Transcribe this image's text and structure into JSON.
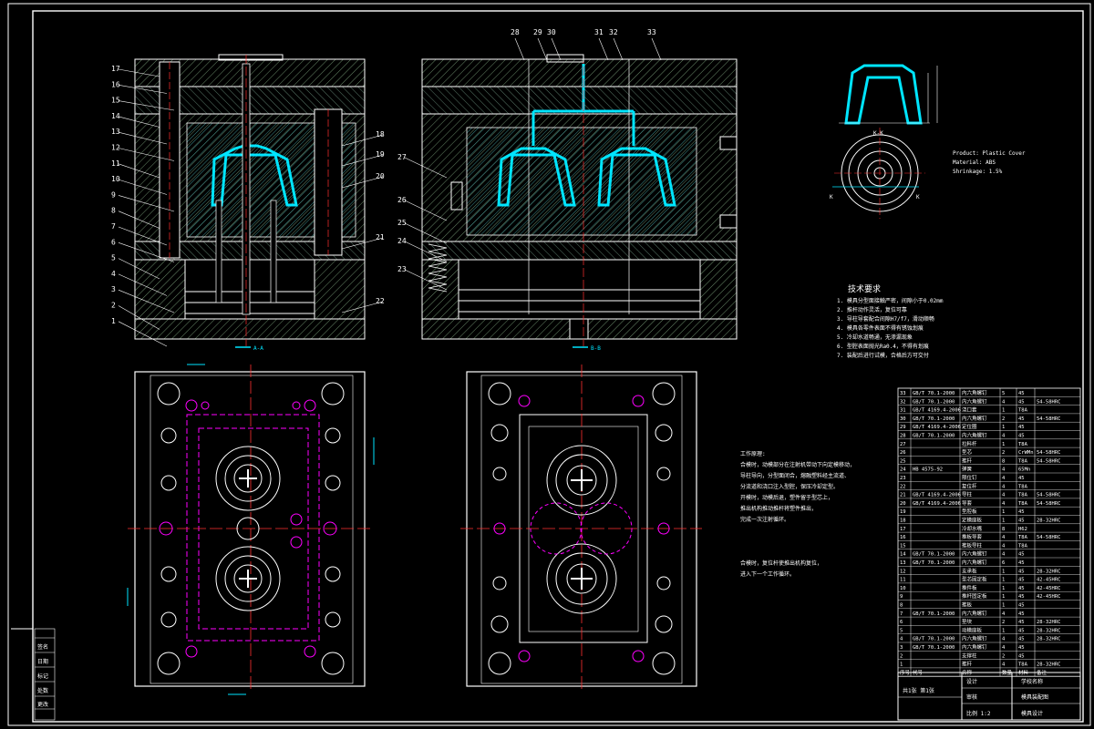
{
  "colors": {
    "background": "#000000",
    "line": "#ffffff",
    "part": "#00e5ff",
    "hidden": "#ff00ff",
    "center": "#ff3030",
    "yellow": "#ffff00"
  },
  "section_labels": {
    "left": "A-A",
    "right": "B-B"
  },
  "callouts_left": [
    "17",
    "16",
    "15",
    "14",
    "13",
    "12",
    "11",
    "10",
    "9",
    "8",
    "7",
    "6",
    "5",
    "4",
    "3",
    "2",
    "1"
  ],
  "callouts_left_right": [
    "18",
    "19",
    "20",
    "21",
    "22"
  ],
  "callouts_top": [
    "28",
    "29",
    "30",
    "31",
    "32",
    "33"
  ],
  "callouts_right_mid": [
    "27",
    "26",
    "25",
    "24",
    "23"
  ],
  "product": {
    "name": "Product: Plastic Cover",
    "material": "Material: ABS",
    "shrink": "Shrinkage: 1.5%",
    "view_label": "K-K",
    "marker": "K"
  },
  "tech_req": {
    "title": "技术要求",
    "lines": [
      "1. 模具分型面接触严密，间隙小于0.02mm",
      "2. 推杆动作灵活，复位可靠",
      "3. 导柱导套配合间隙H7/f7，滑动顺畅",
      "4. 模具各零件表面不得有锈蚀划痕",
      "5. 冷却水道畅通，无渗漏现象",
      "6. 型腔表面抛光Ra0.4，不得有划痕",
      "7. 装配后进行试模，合格后方可交付"
    ]
  },
  "working": {
    "title": "工作原理:",
    "lines": [
      "合模时，动模部分在注射机带动下向定模移动，",
      "导柱导向，分型面闭合，熔融塑料经主流道、",
      "分流道和浇口注入型腔，保压冷却定型。",
      "开模时，动模后退，塑件留于型芯上，",
      "推出机构推动推杆将塑件推出，",
      "完成一次注射循环。",
      "合模时，复位杆使推出机构复位，",
      "进入下一个工作循环。"
    ]
  },
  "bom": {
    "rows": [
      [
        "33",
        "GB/T 70.1-2000",
        "内六角螺钉",
        "5",
        "45",
        ""
      ],
      [
        "32",
        "GB/T 70.1-2000",
        "内六角螺钉",
        "4",
        "45",
        "54-58HRC"
      ],
      [
        "31",
        "GB/T 4169.4-2006",
        "浇口套",
        "1",
        "T8A",
        ""
      ],
      [
        "30",
        "GB/T 70.1-2000",
        "内六角螺钉",
        "2",
        "45",
        "54-58HRC"
      ],
      [
        "29",
        "GB/T 4169.4-2006",
        "定位圈",
        "1",
        "45",
        ""
      ],
      [
        "28",
        "GB/T 70.1-2000",
        "内六角螺钉",
        "4",
        "45",
        ""
      ],
      [
        "27",
        "",
        "拉料杆",
        "1",
        "T8A",
        ""
      ],
      [
        "26",
        "",
        "型芯",
        "2",
        "CrWMn",
        "54-58HRC"
      ],
      [
        "25",
        "",
        "推杆",
        "8",
        "T8A",
        "54-58HRC"
      ],
      [
        "24",
        "HB 4575-92",
        "弹簧",
        "4",
        "65Mn",
        ""
      ],
      [
        "23",
        "",
        "限位钉",
        "4",
        "45",
        ""
      ],
      [
        "22",
        "",
        "复位杆",
        "4",
        "T8A",
        ""
      ],
      [
        "21",
        "GB/T 4169.4-2006",
        "导柱",
        "4",
        "T8A",
        "54-58HRC"
      ],
      [
        "20",
        "GB/T 4169.4-2006",
        "导套",
        "4",
        "T8A",
        "54-58HRC"
      ],
      [
        "19",
        "",
        "型腔板",
        "1",
        "45",
        ""
      ],
      [
        "18",
        "",
        "定模座板",
        "1",
        "45",
        "28-32HRC"
      ],
      [
        "17",
        "",
        "冷却水嘴",
        "8",
        "H62",
        ""
      ],
      [
        "16",
        "",
        "推板导套",
        "4",
        "T8A",
        "54-58HRC"
      ],
      [
        "15",
        "",
        "推板导柱",
        "4",
        "T8A",
        ""
      ],
      [
        "14",
        "GB/T 70.1-2000",
        "内六角螺钉",
        "4",
        "45",
        ""
      ],
      [
        "13",
        "GB/T 70.1-2000",
        "内六角螺钉",
        "6",
        "45",
        ""
      ],
      [
        "12",
        "",
        "支承板",
        "1",
        "45",
        "28-32HRC"
      ],
      [
        "11",
        "",
        "型芯固定板",
        "1",
        "45",
        "42-45HRC"
      ],
      [
        "10",
        "",
        "推件板",
        "1",
        "45",
        "42-45HRC"
      ],
      [
        "9",
        "",
        "推杆固定板",
        "1",
        "45",
        "42-45HRC"
      ],
      [
        "8",
        "",
        "推板",
        "1",
        "45",
        ""
      ],
      [
        "7",
        "GB/T 70.1-2000",
        "内六角螺钉",
        "4",
        "45",
        ""
      ],
      [
        "6",
        "",
        "垫块",
        "2",
        "45",
        "28-32HRC"
      ],
      [
        "5",
        "",
        "动模座板",
        "1",
        "45",
        "28-32HRC"
      ],
      [
        "4",
        "GB/T 70.1-2000",
        "内六角螺钉",
        "4",
        "45",
        "28-32HRC"
      ],
      [
        "3",
        "GB/T 70.1-2000",
        "内六角螺钉",
        "4",
        "45",
        ""
      ],
      [
        "2",
        "",
        "支撑柱",
        "2",
        "45",
        ""
      ],
      [
        "1",
        "",
        "推杆",
        "4",
        "T8A",
        "28-32HRC"
      ]
    ],
    "header": [
      "序号",
      "代号",
      "名称",
      "数量",
      "材料",
      "备注"
    ],
    "title_block": {
      "drawing_name": "模具装配图",
      "school": "学校名称",
      "scale": "比例 1:2",
      "sheet": "共1张 第1张",
      "design": "设计",
      "check": "审核",
      "stamp": "模具设计"
    }
  },
  "side_strip": [
    "签名",
    "日期",
    "标记",
    "处数",
    "更改"
  ]
}
